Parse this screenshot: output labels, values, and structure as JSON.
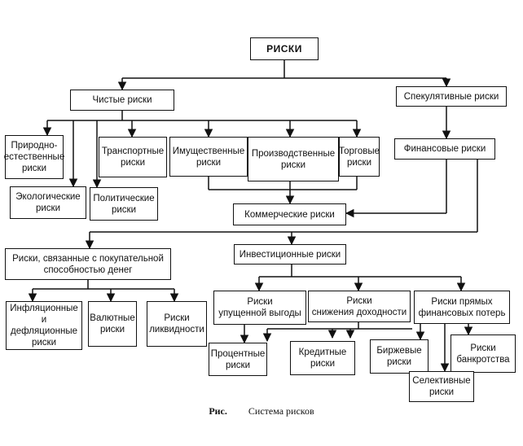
{
  "diagram": {
    "nodes": {
      "risks": "РИСКИ",
      "pure": "Чистые риски",
      "speculative": "Спекулятивные риски",
      "natural": "Природно-\nестественные\nриски",
      "ecological": "Экологические\nриски",
      "transport": "Транспортные\nриски",
      "political": "Политические\nриски",
      "property": "Имущественные\nриски",
      "production": "Производственные\nриски",
      "trade": "Торговые\nриски",
      "financial": "Финансовые риски",
      "commercial": "Коммерческие риски",
      "purchasing": "Риски, связанные с покупательной\nспособностью денег",
      "investment": "Инвестиционные риски",
      "inflation": "Инфляционные\nи дефляционные\nриски",
      "currency": "Валютные\nриски",
      "liquidity": "Риски\nликвидности",
      "lost_profit": "Риски\nупущенной выгоды",
      "yield_decline": "Риски\nснижения доходности",
      "direct_loss": "Риски прямых\nфинансовых потерь",
      "interest": "Процентные\nриски",
      "credit": "Кредитные\nриски",
      "exchange": "Биржевые\nриски",
      "bankruptcy": "Риски\nбанкротства",
      "selective": "Селективные\nриски"
    },
    "caption": {
      "label": "Рис.",
      "text": "Система рисков"
    }
  }
}
